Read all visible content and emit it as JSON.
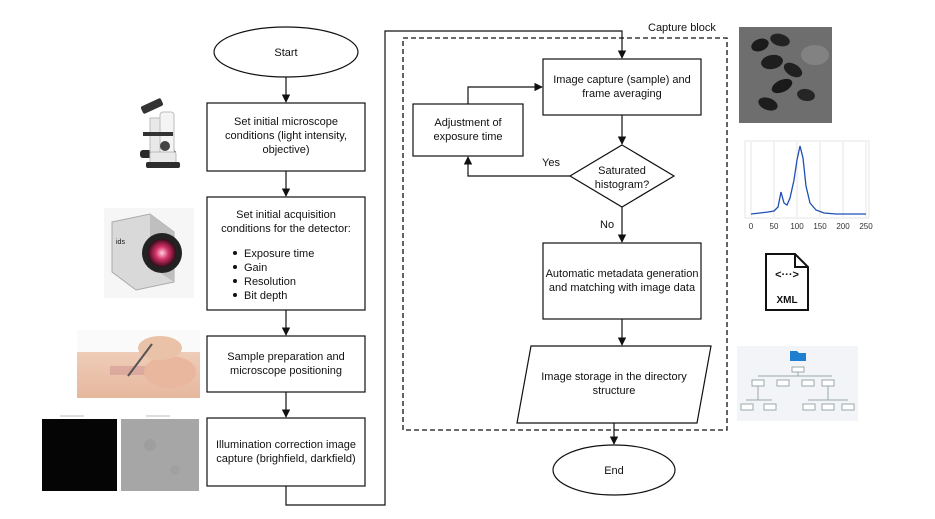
{
  "flow_left": {
    "start": "Start",
    "microscope": [
      "Set initial microscope",
      "conditions (light intensity,",
      "objective)"
    ],
    "acquisition": [
      "Set initial acquisition",
      "conditions for the detector:"
    ],
    "acquisition_items": [
      "Exposure time",
      "Gain",
      "Resolution",
      "Bit depth"
    ],
    "sample": [
      "Sample preparation and",
      "microscope positioning"
    ],
    "illumination": [
      "Illumination correction image",
      "capture (brighfield, darkfield)"
    ]
  },
  "capture_block": {
    "label": "Capture block",
    "image_capture": [
      "Image capture (sample) and",
      "frame averaging"
    ],
    "exposure_adjust": [
      "Adjustment of",
      "exposure time"
    ],
    "decision": [
      "Saturated",
      "histogram?"
    ],
    "yes": "Yes",
    "no": "No",
    "metadata": [
      "Automatic metadata generation",
      "and matching with image data"
    ],
    "storage": [
      "Image storage in the directory",
      "structure"
    ]
  },
  "end": "End",
  "histogram": {
    "x_ticks": [
      "0",
      "50",
      "100",
      "150",
      "200",
      "250"
    ]
  },
  "xml_icon": {
    "glyph": "<···>",
    "label": "XML"
  },
  "colors": {
    "histogram_line": "#1f4fb5",
    "camera_lens": "#d6336c",
    "folder": "#1e7fd1"
  }
}
